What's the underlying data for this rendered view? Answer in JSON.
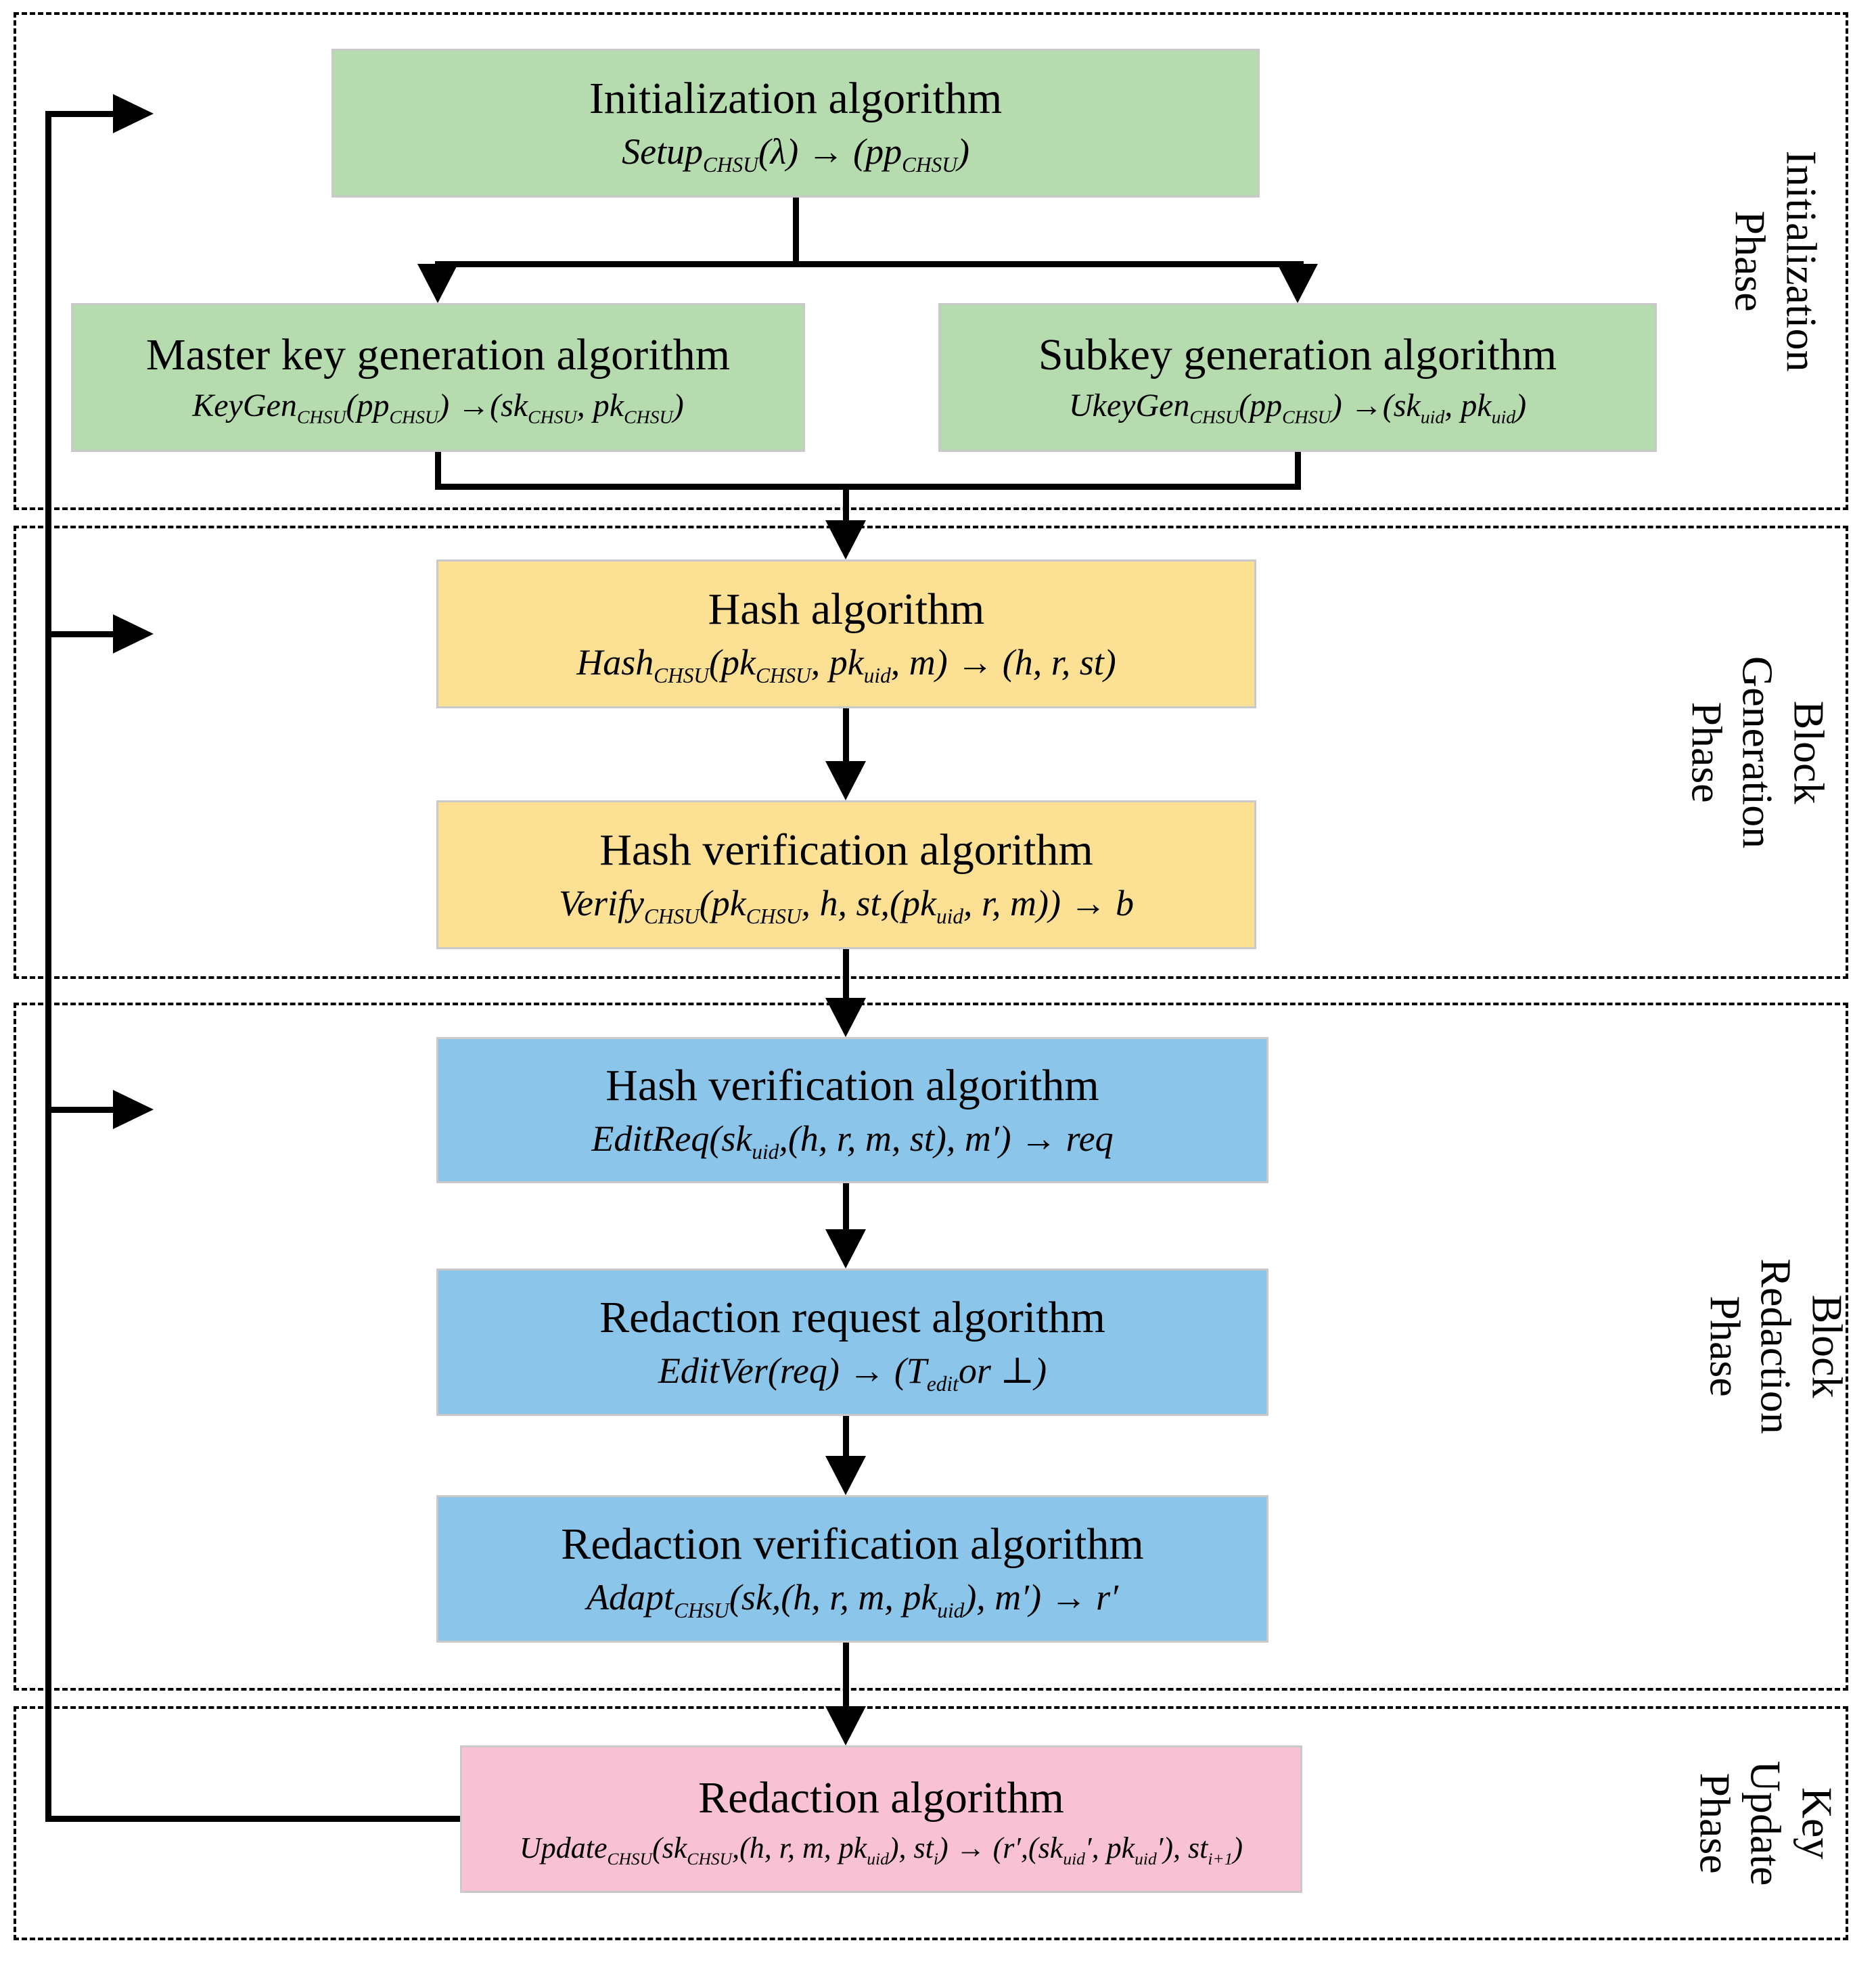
{
  "colors": {
    "green": "#b6dbae",
    "yellow": "#fce093",
    "blue": "#8bc5e9",
    "pink": "#f9c2d4",
    "line": "#000000",
    "box_border": "#c9c9c9"
  },
  "icons": {
    "arrow_down": "solid black triangle pointing down (CSS shape)",
    "arrow_right": "solid black triangle pointing right (CSS shape)"
  },
  "phases": [
    {
      "label": "Initialization Phase"
    },
    {
      "label": "Block Generation\nPhase"
    },
    {
      "label": "Block Redaction Phase"
    },
    {
      "label": "Key\nUpdate\nPhase"
    }
  ],
  "boxes": [
    {
      "id": "initialization",
      "title": "Initialization algorithm",
      "formula": "Setup_{CHSU}(λ) → (pp_{CHSU})",
      "color_key": "green"
    },
    {
      "id": "master-key-generation",
      "title": "Master key generation algorithm",
      "formula": "KeyGen_{CHSU}(pp_{CHSU}) →(sk_{CHSU}, pk_{CHSU})",
      "color_key": "green"
    },
    {
      "id": "subkey-generation",
      "title": "Subkey generation algorithm",
      "formula": "UkeyGen_{CHSU}(pp_{CHSU}) →(sk_{uid}, pk_{uid})",
      "color_key": "green"
    },
    {
      "id": "hash",
      "title": "Hash algorithm",
      "formula": "Hash_{CHSU}(pk_{CHSU}, pk_{uid}, m) → (h, r, st)",
      "color_key": "yellow"
    },
    {
      "id": "hash-verification",
      "title": "Hash verification algorithm",
      "formula": "Verify_{CHSU}(pk_{CHSU}, h, st,(pk_{uid}, r, m)) → b",
      "color_key": "yellow"
    },
    {
      "id": "edit-request",
      "title": "Hash verification algorithm",
      "formula": "EditReq(sk_{uid},(h, r, m, st), m′) → req",
      "color_key": "blue"
    },
    {
      "id": "redaction-request",
      "title": "Redaction request algorithm",
      "formula": "EditVer(req) → (T_{edit}or ⊥)",
      "color_key": "blue"
    },
    {
      "id": "redaction-verification",
      "title": "Redaction verification algorithm",
      "formula": "Adapt_{CHSU}(sk,(h, r, m, pk_{uid}), m′) → r′",
      "color_key": "blue"
    },
    {
      "id": "redaction",
      "title": "Redaction algorithm",
      "formula": "Update_{CHSU}(sk_{CHSU},(h, r, m, pk_{uid}), st_{i}) → (r′,(sk_{uid}′, pk_{uid}′), st_{i+1})",
      "color_key": "pink"
    }
  ]
}
